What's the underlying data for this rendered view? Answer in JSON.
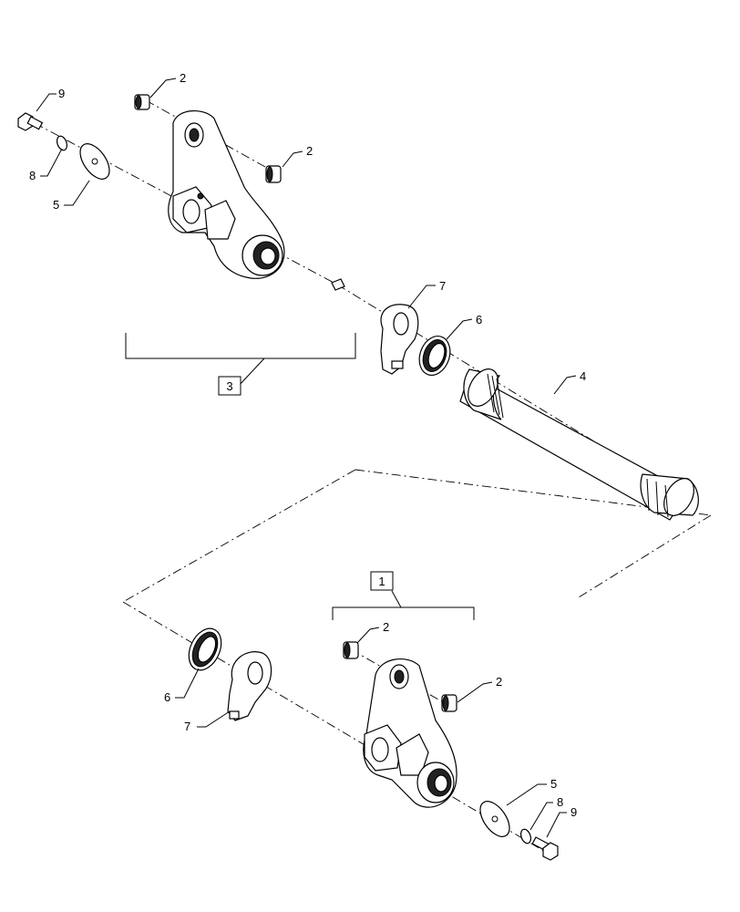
{
  "callouts": {
    "upper_bushing_top": "2",
    "upper_bushing_right": "2",
    "upper_bolt": "9",
    "upper_lockwasher": "8",
    "upper_washer": "5",
    "upper_plate": "7",
    "upper_seal": "6",
    "shaft": "4",
    "upper_assembly": "3",
    "lower_assembly": "1",
    "lower_bushing_top": "2",
    "lower_bushing_right": "2",
    "lower_seal": "6",
    "lower_plate": "7",
    "lower_washer": "5",
    "lower_lockwasher": "8",
    "lower_bolt": "9"
  }
}
